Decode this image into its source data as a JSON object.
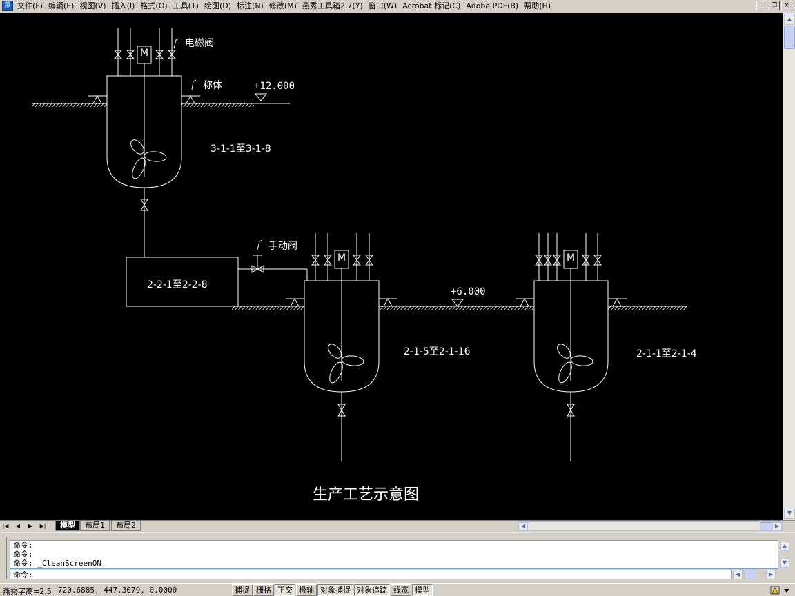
{
  "app_icon_label": "燕",
  "menu": {
    "items": [
      "文件(F)",
      "编辑(E)",
      "视图(V)",
      "插入(I)",
      "格式(O)",
      "工具(T)",
      "绘图(D)",
      "标注(N)",
      "修改(M)",
      "燕秀工具箱2.7(Y)",
      "窗口(W)",
      "Acrobat 标记(C)",
      "Adobe PDF(B)",
      "帮助(H)"
    ]
  },
  "window_controls": {
    "minimize": "_",
    "restore": "❐",
    "close": "×"
  },
  "drawing": {
    "title": "生产工艺示意图",
    "labels": {
      "solenoid_valve": "电磁阀",
      "weighing": "称体",
      "manual_valve": "手动阀",
      "elev_top": "+12.000",
      "elev_mid": "+6.000",
      "tank1": "3-1-1至3-1-8",
      "box": "2-2-1至2-2-8",
      "tank2": "2-1-5至2-1-16",
      "tank3": "2-1-1至2-1-4",
      "motor": "M"
    },
    "colors": {
      "background": "#000000",
      "lines": "#ffffff"
    }
  },
  "layout_tabs": {
    "nav": [
      "|◀",
      "◀",
      "▶",
      "▶|"
    ],
    "tabs": [
      "模型",
      "布局1",
      "布局2"
    ],
    "active": "模型"
  },
  "command": {
    "history": [
      "命令:",
      "命令:",
      "命令: _CleanScreenON"
    ],
    "prompt": "命令:"
  },
  "status": {
    "note": "燕秀字高=2.5",
    "coords": "720.6885, 447.3079, 0.0000",
    "toggles": [
      "捕捉",
      "栅格",
      "正交",
      "极轴",
      "对象捕捉",
      "对象追踪",
      "线宽",
      "模型"
    ],
    "toggles_on": [
      2,
      4,
      5,
      7
    ]
  }
}
